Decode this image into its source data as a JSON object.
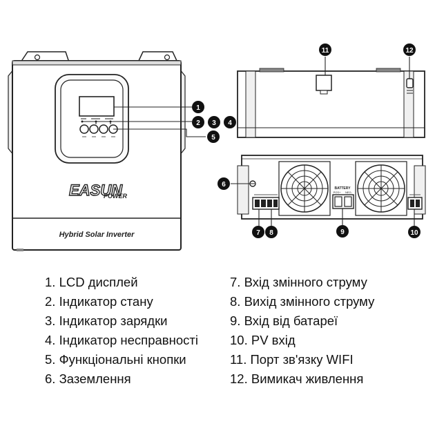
{
  "device": {
    "brand_main": "EASUN",
    "brand_sub": "POWER",
    "model_label": "Hybrid Solar Inverter",
    "battery_label": "BATTERY",
    "battery_pos": "POS+",
    "battery_neg": "NEG-"
  },
  "callouts": [
    "1",
    "2",
    "3",
    "4",
    "5",
    "6",
    "7",
    "8",
    "9",
    "10",
    "11",
    "12"
  ],
  "legend": {
    "left": [
      "1. LCD дисплей",
      "2. Індикатор стану",
      "3. Індикатор зарядки",
      "4. Індикатор несправності",
      "5. Функціональні кнопки",
      "6. Заземлення"
    ],
    "right": [
      "7. Вхід змінного струму",
      "8. Вихід змінного струму",
      "9. Вхід від батареї",
      "10. PV вхід",
      "11. Порт зв'язку WIFI",
      "12. Вимикач живлення"
    ]
  }
}
